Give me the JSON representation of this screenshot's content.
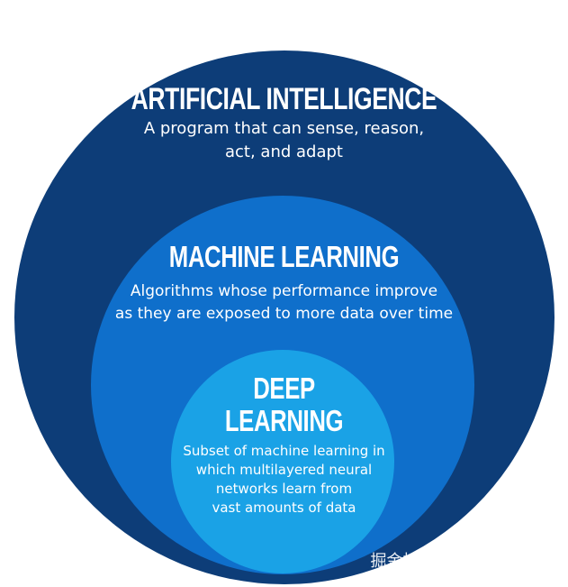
{
  "diagram": {
    "artificial_intelligence": {
      "title": "ARTIFICIAL INTELLIGENCE",
      "description_lines": [
        "A program that can sense, reason,",
        "act, and adapt"
      ]
    },
    "machine_learning": {
      "title": "MACHINE LEARNING",
      "description_lines": [
        "Algorithms whose performance improve",
        "as they are exposed to more data over time"
      ]
    },
    "deep_learning": {
      "title_lines": [
        "DEEP",
        "LEARNING"
      ],
      "description_lines": [
        "Subset of machine learning in",
        "which multilayered neural",
        "networks learn from",
        "vast amounts of data"
      ]
    },
    "colors": {
      "outer": "#0d3d78",
      "middle": "#0f6fcb",
      "inner": "#1aa2e6",
      "text": "#ffffff"
    }
  },
  "watermark": "掘金技术社区 @ 布客飞龙"
}
